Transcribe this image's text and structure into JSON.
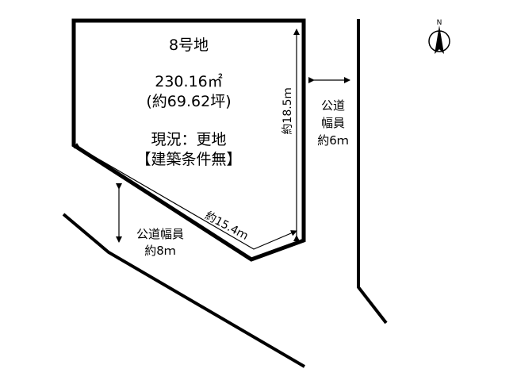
{
  "lot": {
    "name": "8号地",
    "area": "230.16㎡",
    "area_tsubo": "(約69.62坪)",
    "status": "現況：更地",
    "condition": "【建築条件無】"
  },
  "dimensions": {
    "right_side": "約18.5ｍ",
    "diagonal_side": "約15.4ｍ"
  },
  "roads": {
    "east": {
      "line1": "公道",
      "line2": "幅員",
      "line3": "約6ｍ"
    },
    "south": {
      "line1": "公道幅員",
      "line2": "約8ｍ"
    }
  },
  "compass": {
    "label": "N"
  }
}
